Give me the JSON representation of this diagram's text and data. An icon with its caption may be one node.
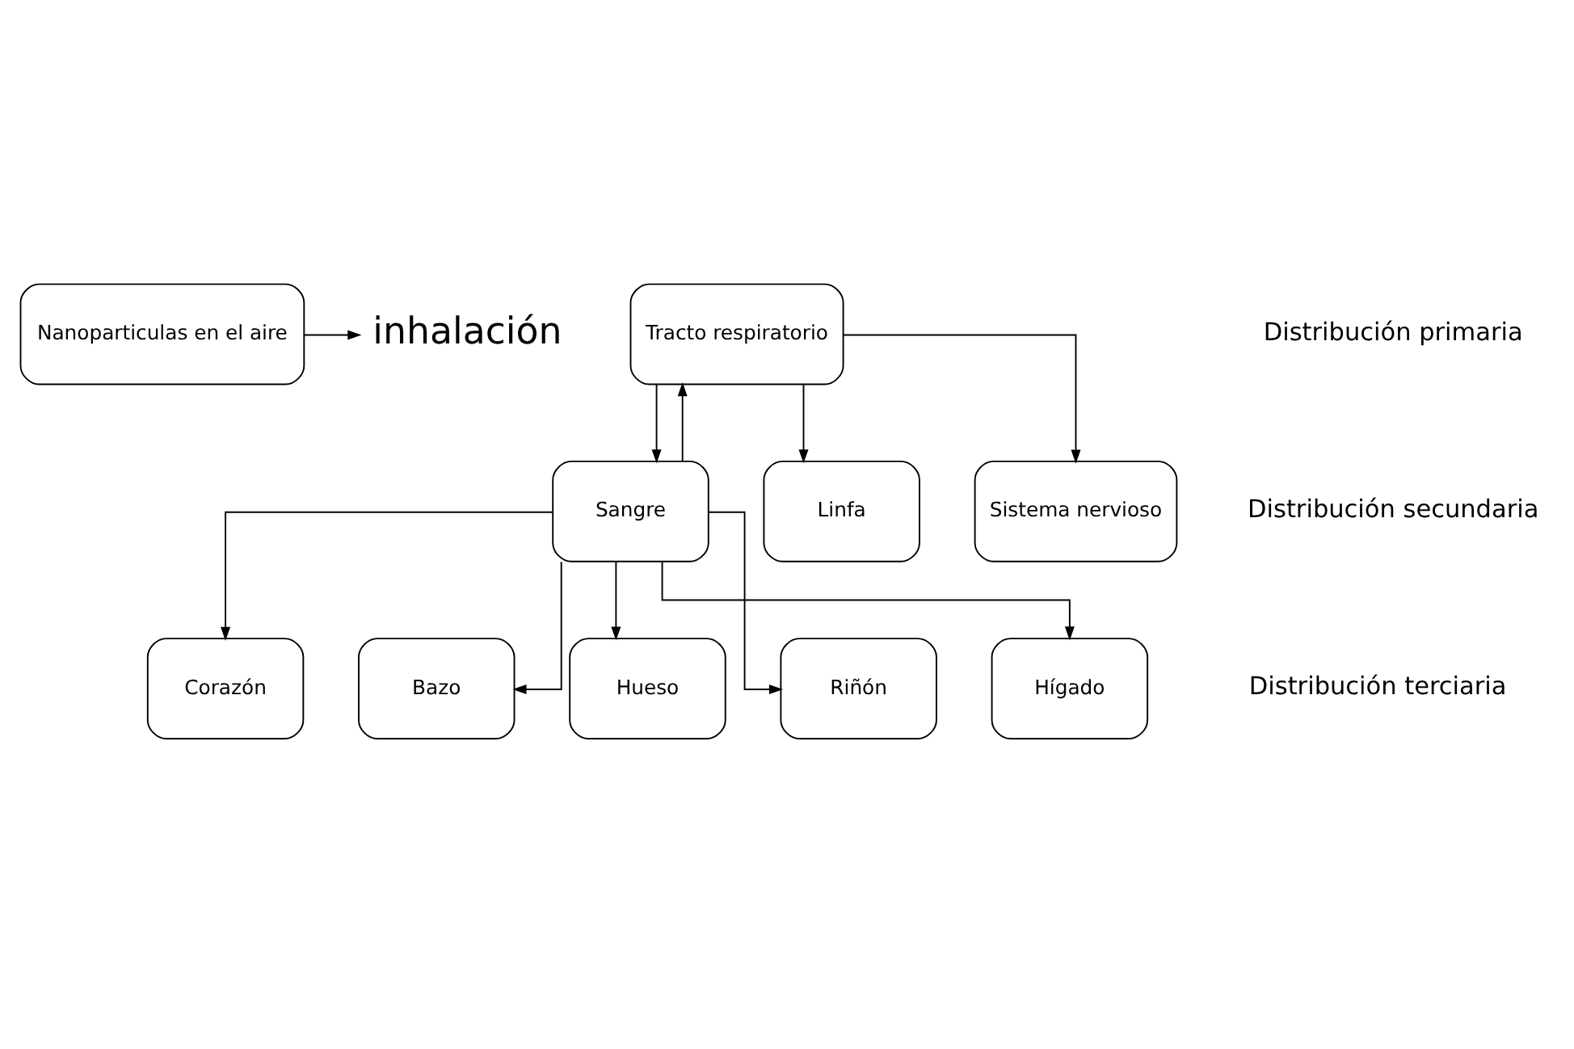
{
  "diagram": {
    "nodes": [
      {
        "text": [
          "Nanoparticulas en el aire"
        ]
      },
      {
        "text": [
          "inhalación"
        ]
      },
      {
        "text": [
          "Tracto respiratorio"
        ]
      },
      {
        "text": [
          "Sistema nervioso"
        ]
      },
      {
        "text": [
          "Sangre"
        ]
      },
      {
        "text": [
          "Linfa"
        ]
      },
      {
        "text": [
          "Corazón"
        ]
      },
      {
        "text": [
          "Bazo"
        ]
      },
      {
        "text": [
          "Hueso"
        ]
      },
      {
        "text": [
          "Riñón"
        ]
      },
      {
        "text": [
          "Hígado"
        ]
      }
    ],
    "edges": [
      {
        "from": 0,
        "to": 1,
        "arrow": "to"
      },
      {
        "from": 2,
        "to": 3,
        "arrow": "to"
      },
      {
        "from": 2,
        "to": 4,
        "arrow": "to"
      },
      {
        "from": 4,
        "to": 2,
        "arrow": "to"
      },
      {
        "from": 2,
        "to": 5,
        "arrow": "to"
      },
      {
        "from": 4,
        "to": 6,
        "arrow": "to"
      },
      {
        "from": 4,
        "to": 7,
        "arrow": "to"
      },
      {
        "from": 4,
        "to": 8,
        "arrow": "to"
      },
      {
        "from": 4,
        "to": 9,
        "arrow": "to"
      },
      {
        "from": 4,
        "to": 10,
        "arrow": "to"
      }
    ],
    "labels": [
      "Distribución primaria",
      "Distribución secundaria",
      "Distribución terciaria"
    ]
  }
}
